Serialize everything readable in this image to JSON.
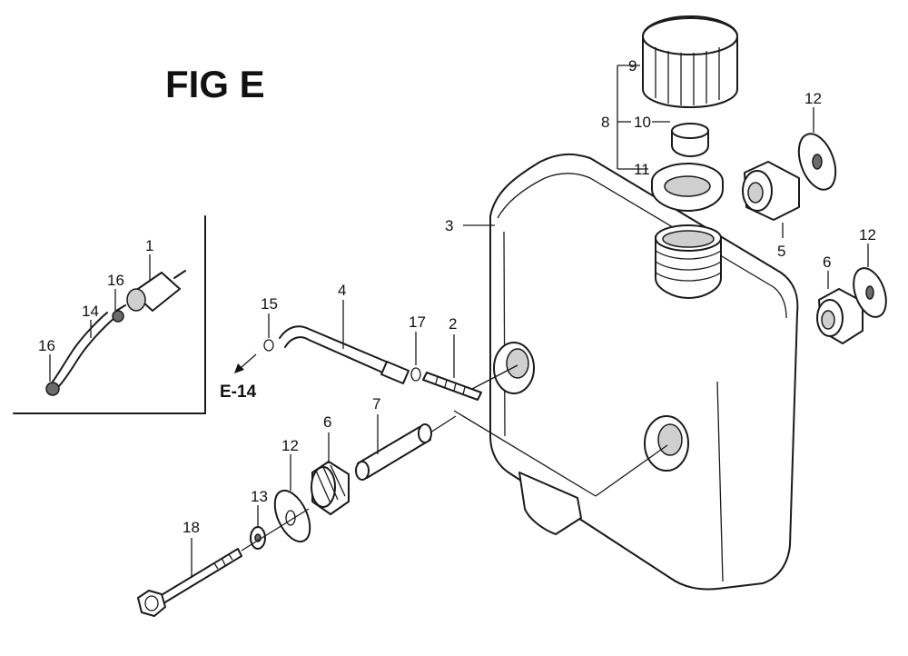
{
  "figure": {
    "title": "FIG E",
    "reference": "E-14"
  },
  "callouts": {
    "c1": "1",
    "c2": "2",
    "c3": "3",
    "c4": "4",
    "c5": "5",
    "c6a": "6",
    "c6b": "6",
    "c7": "7",
    "c8": "8",
    "c9": "9",
    "c10": "10",
    "c11": "11",
    "c12a": "12",
    "c12b": "12",
    "c12c": "12",
    "c13": "13",
    "c14": "14",
    "c15": "15",
    "c16a": "16",
    "c16b": "16",
    "c17": "17",
    "c18": "18"
  }
}
